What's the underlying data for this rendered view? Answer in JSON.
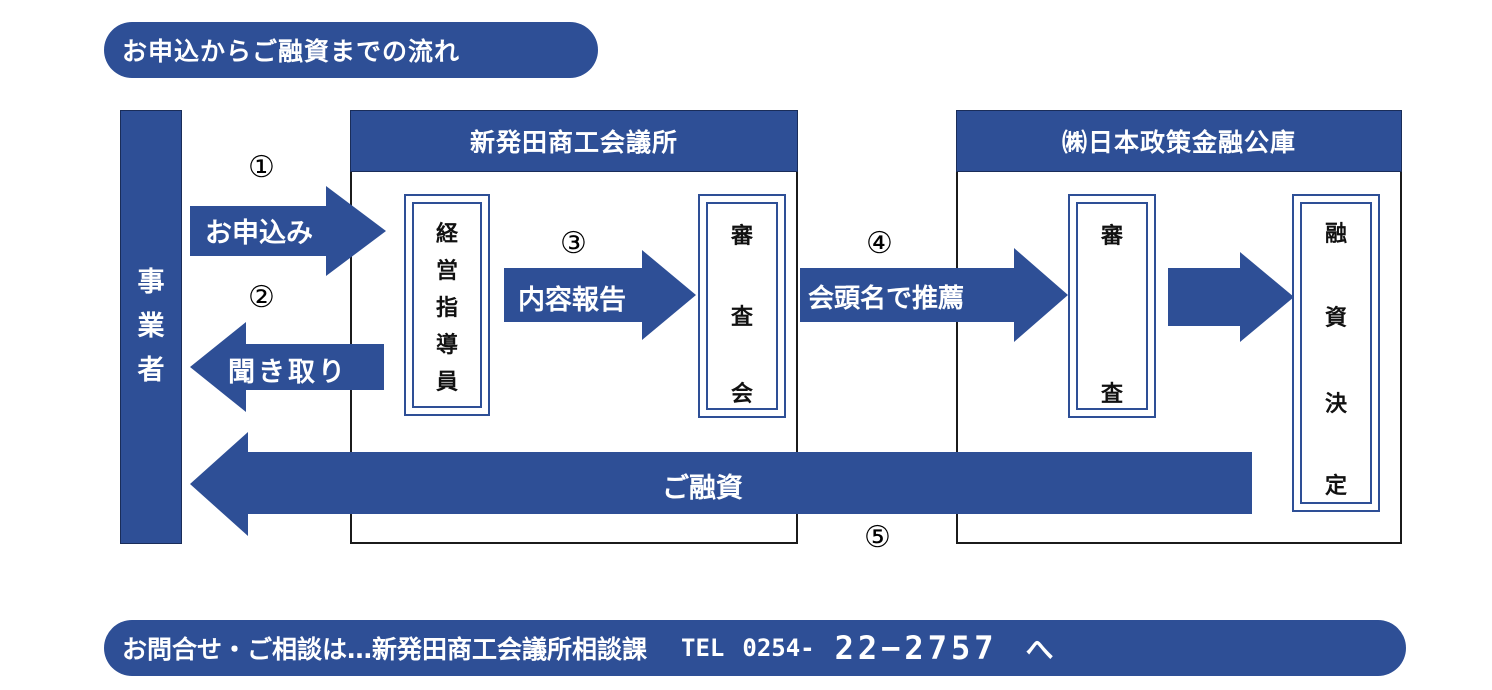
{
  "title": "お申込からご融資までの流れ",
  "applicant": {
    "label": [
      "事",
      "業",
      "者"
    ]
  },
  "chamber": {
    "header": "新発田商工会議所",
    "advisor": [
      "経",
      "営",
      "指",
      "導",
      "員"
    ],
    "review_committee": [
      "審",
      "査",
      "会"
    ]
  },
  "jfc": {
    "header": "㈱日本政策金融公庫",
    "review": [
      "審",
      "査"
    ],
    "decision": [
      "融",
      "資",
      "決",
      "定"
    ]
  },
  "steps": {
    "s1_number": "①",
    "s1_label": "お申込み",
    "s2_number": "②",
    "s2_label": "聞き取り",
    "s3_number": "③",
    "s3_label": "内容報告",
    "s4_number": "④",
    "s4_label": "会頭名で推薦",
    "s5_number": "⑤",
    "s5_label": "ご融資"
  },
  "contact": {
    "text": "お問合せ・ご相談は…新発田商工会議所相談課",
    "tel_label": "TEL",
    "tel_prefix": "0254-",
    "tel_number": "22−2757",
    "suffix": "へ"
  },
  "colors": {
    "primary": "#2e4f96",
    "border": "#1b1b1b",
    "background": "#ffffff"
  }
}
